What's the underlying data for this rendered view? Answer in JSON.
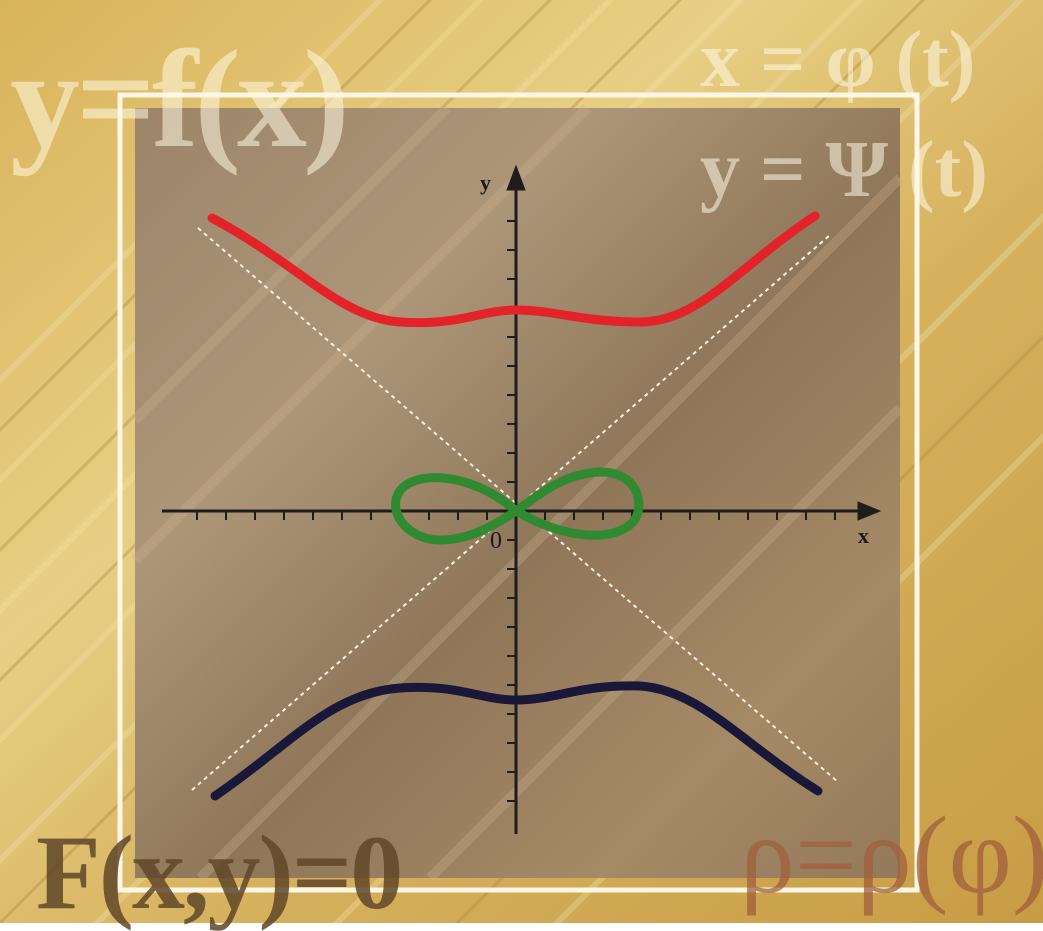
{
  "formulas": {
    "explicit": "y=f(x)",
    "parametric_x": "x = φ (t)",
    "parametric_y": "y = Ψ (t)",
    "implicit": "F(x,y)=0",
    "polar": "ρ=ρ(φ)"
  },
  "axes": {
    "x_label": "x",
    "y_label": "y",
    "origin_label": "0"
  },
  "colors": {
    "upper_curve": "#e3222a",
    "lower_curve": "#1a1838",
    "lemniscate": "#2f8a32",
    "asymptote": "#f4f1e4",
    "axis": "#1e1c1c",
    "frame": "#fbf7e6"
  },
  "curves": [
    "upper-branch",
    "lower-branch",
    "lemniscate",
    "asymptote-up",
    "asymptote-down"
  ]
}
